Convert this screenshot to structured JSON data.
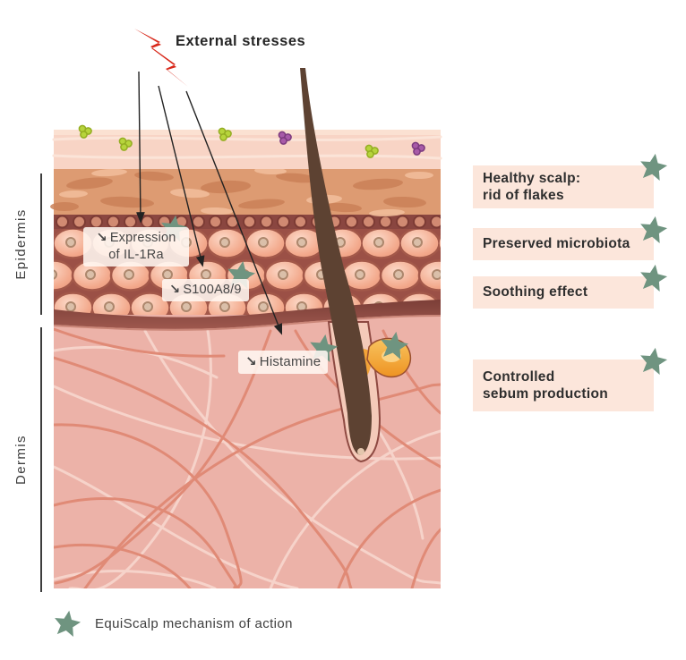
{
  "stresses": {
    "label": "External stresses",
    "icon": "lightning-bolt-icon"
  },
  "layers": {
    "epidermis": "Epidermis",
    "dermis": "Dermis"
  },
  "annotations": {
    "il1ra": {
      "arrow": "↘",
      "line1": "Expression",
      "line2": "of IL-1Ra"
    },
    "s100": {
      "arrow": "↘",
      "text": "S100A8/9"
    },
    "histamine": {
      "arrow": "↘",
      "text": "Histamine"
    }
  },
  "benefits": [
    {
      "lines": [
        "Healthy scalp:",
        "rid of flakes"
      ]
    },
    {
      "lines": [
        "Preserved microbiota"
      ]
    },
    {
      "lines": [
        "Soothing effect"
      ]
    },
    {
      "lines": [
        "Controlled",
        "sebum production"
      ]
    }
  ],
  "legend": {
    "label": "EquiScalp mechanism of action",
    "icon": "star-icon"
  },
  "colors": {
    "star_green": "#6f9480",
    "bolt_red": "#d8281a",
    "benefit_box_bg": "#fce6db",
    "annotation_box_bg": "rgba(255,247,241,0.88)"
  }
}
